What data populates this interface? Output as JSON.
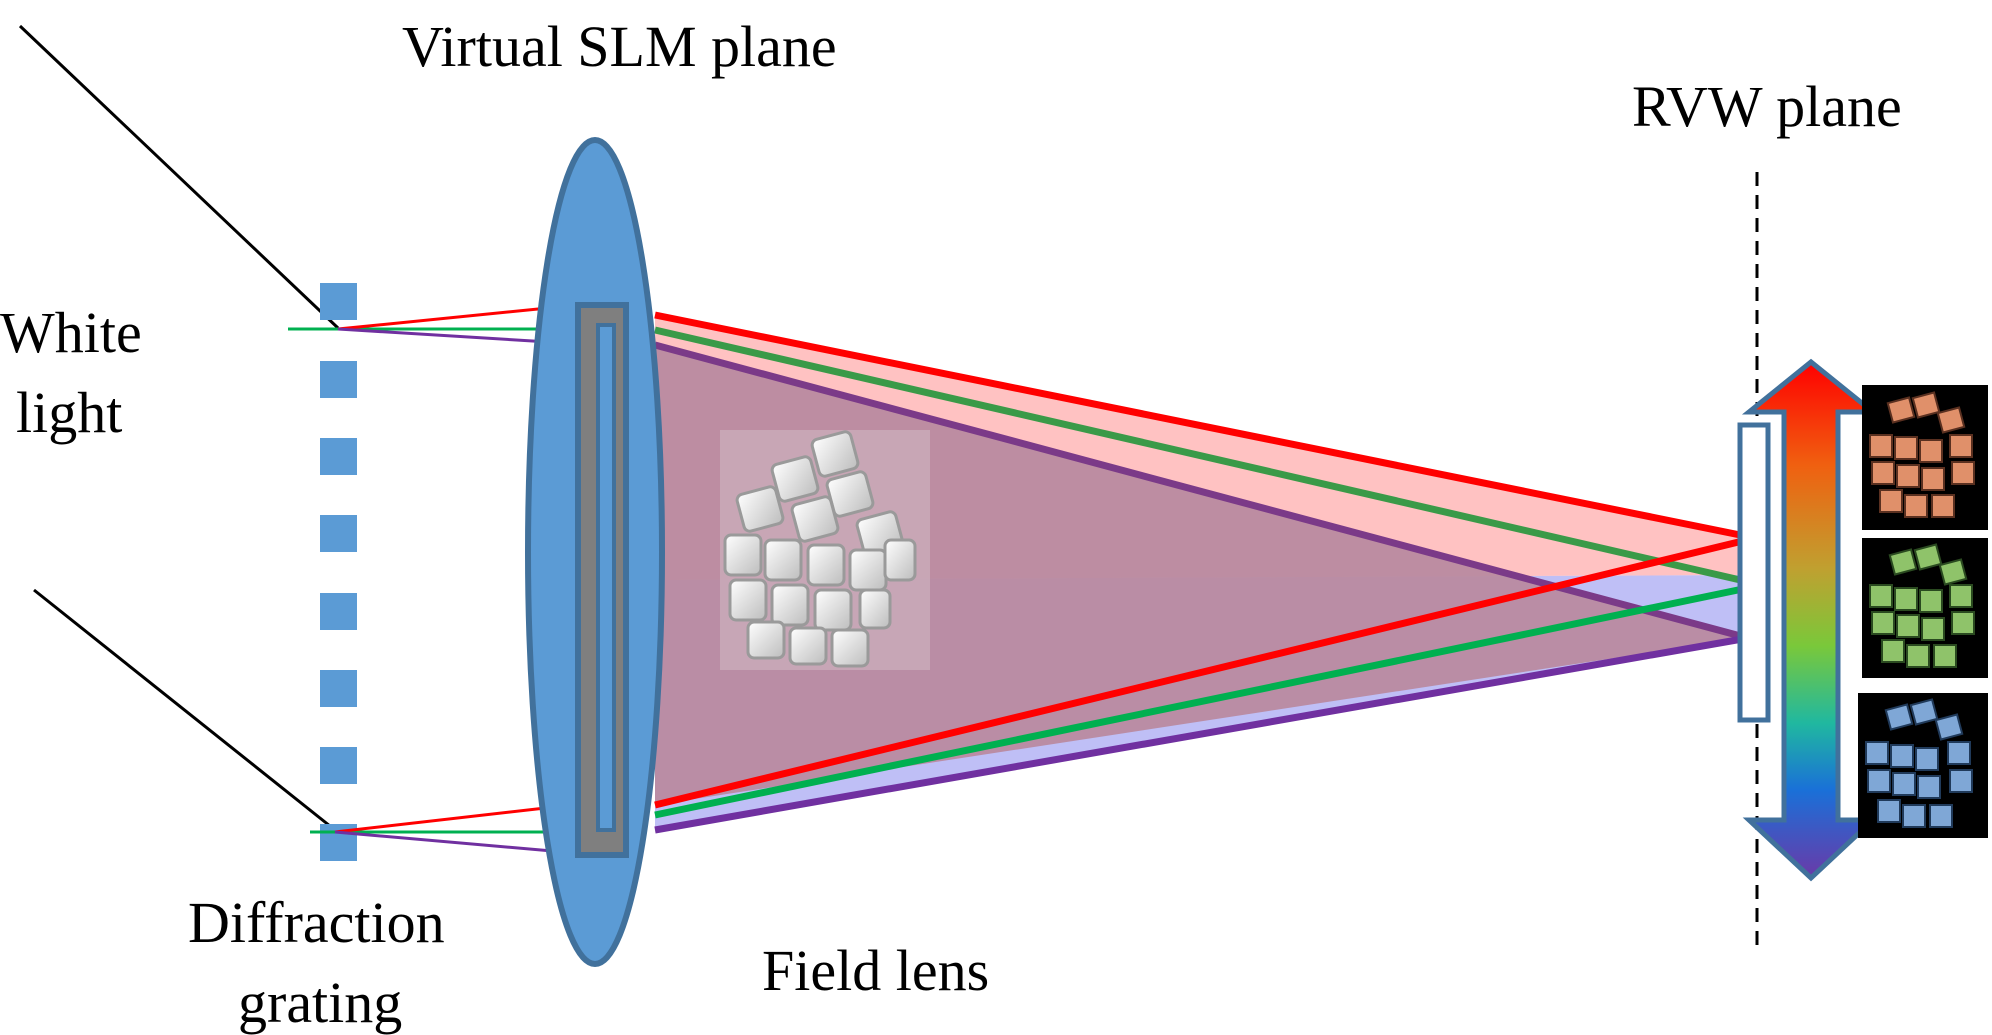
{
  "labels": {
    "virtual_slm_plane": "Virtual SLM plane",
    "rvw_plane": "RVW plane",
    "white_light_line1": "White",
    "white_light_line2": "light",
    "diffraction_line1": "Diffraction",
    "diffraction_line2": "grating",
    "field_lens": "Field lens"
  },
  "colors": {
    "lens_fill": "#5b9bd5",
    "lens_stroke": "#41719c",
    "red": "#ff0000",
    "green": "#00b050",
    "violet": "#7030a0",
    "cone_fill": "#b98aa0",
    "red_band": "#ffb3b3",
    "blue_band": "#b8b8f5"
  },
  "rvw_thumbnails": [
    {
      "color_name": "red-tinted cube",
      "tint": "#e0906a"
    },
    {
      "color_name": "green-tinted cube",
      "tint": "#8fc36a"
    },
    {
      "color_name": "blue-tinted cube",
      "tint": "#7fa7d6"
    }
  ]
}
